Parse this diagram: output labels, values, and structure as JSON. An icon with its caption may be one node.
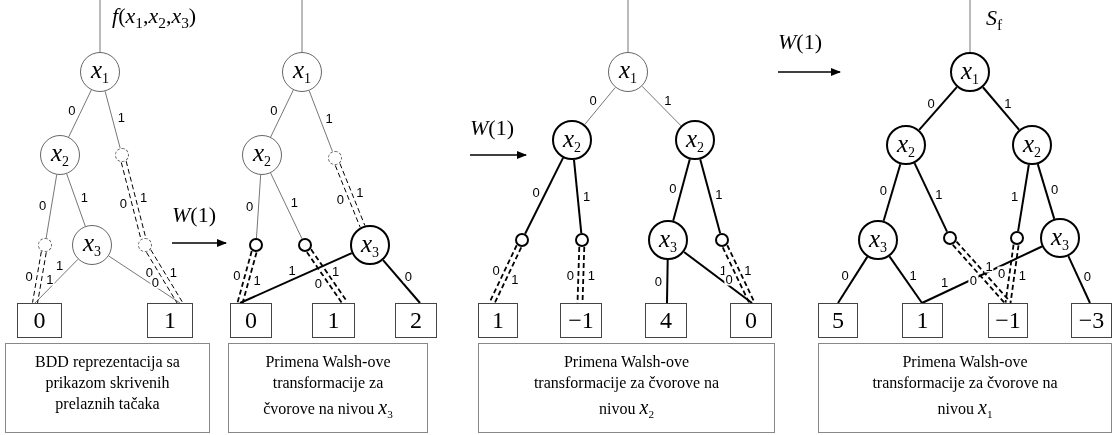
{
  "diagram": {
    "nodes": [
      {
        "text": [
          "*x*$_{1}$"
        ],
        "beside": [
          "*f*(*x*$_{1}$,*x*$_{2}$,*x*$_{3}$)"
        ]
      },
      {
        "text": [
          "*x*$_{2}$"
        ]
      },
      {
        "text": [],
        "shape": "circle"
      },
      {
        "text": [],
        "shape": "circle"
      },
      {
        "text": [
          "*x*$_{3}$"
        ]
      },
      {
        "text": [],
        "shape": "circle"
      },
      {
        "text": [
          "0"
        ]
      },
      {
        "text": [
          "1"
        ]
      },
      {
        "text": [
          "BDD reprezentacija sa prikazom skrivenih prelaznih tačaka"
        ]
      },
      {
        "text": [
          "*x*$_{1}$"
        ]
      },
      {
        "text": [
          "*x*$_{2}$"
        ]
      },
      {
        "text": [],
        "shape": "circle"
      },
      {
        "text": [],
        "shape": "circle"
      },
      {
        "text": [],
        "shape": "circle"
      },
      {
        "text": [
          "*x*$_{3}$"
        ]
      },
      {
        "text": [
          "0"
        ]
      },
      {
        "text": [
          "1"
        ]
      },
      {
        "text": [
          "2"
        ]
      },
      {
        "text": [
          "Primena Walsh-ove transformacije za čvorove na nivou *x*$_{3}$"
        ]
      },
      {
        "text": [
          "*x*$_{1}$"
        ]
      },
      {
        "text": [
          "*x*$_{2}$"
        ]
      },
      {
        "text": [
          "*x*$_{2}$"
        ]
      },
      {
        "text": [],
        "shape": "circle"
      },
      {
        "text": [],
        "shape": "circle"
      },
      {
        "text": [
          "*x*$_{3}$"
        ]
      },
      {
        "text": [],
        "shape": "circle"
      },
      {
        "text": [
          "1"
        ]
      },
      {
        "text": [
          "−1"
        ]
      },
      {
        "text": [
          "4"
        ]
      },
      {
        "text": [
          "0"
        ]
      },
      {
        "text": [
          "Primena Walsh-ove transformacije za čvorove na nivou *x*$_{2}$"
        ]
      },
      {
        "text": [
          "*x*$_{1}$"
        ],
        "beside": [
          "*S*$_{f}$"
        ]
      },
      {
        "text": [
          "*x*$_{2}$"
        ]
      },
      {
        "text": [
          "*x*$_{2}$"
        ]
      },
      {
        "text": [
          "*x*$_{3}$"
        ]
      },
      {
        "text": [],
        "shape": "circle"
      },
      {
        "text": [],
        "shape": "circle"
      },
      {
        "text": [
          "*x*$_{3}$"
        ]
      },
      {
        "text": [
          "5"
        ]
      },
      {
        "text": [
          "1"
        ]
      },
      {
        "text": [
          "−1"
        ]
      },
      {
        "text": [
          "−3"
        ]
      },
      {
        "text": [
          "Primena Walsh-ove transformacije za čvorove na nivou *x*$_{1}$"
        ]
      }
    ],
    "edges": [
      {
        "from": null,
        "to": 0,
        "arrow": "none",
        "color": "#777777"
      },
      {
        "from": 0,
        "to": 1,
        "arrow": "none",
        "label": "0",
        "color": "#777777"
      },
      {
        "from": 0,
        "to": 2,
        "arrow": "none",
        "label": "1",
        "color": "#777777"
      },
      {
        "from": 1,
        "to": 3,
        "arrow": "none",
        "label": "0",
        "color": "#777777"
      },
      {
        "from": 1,
        "to": 4,
        "arrow": "none",
        "label": "1",
        "color": "#777777"
      },
      {
        "from": 4,
        "to": 6,
        "arrow": "none",
        "label": "1",
        "color": "#777777"
      },
      {
        "from": 4,
        "to": 7,
        "arrow": "none",
        "label": "0",
        "color": "#777777"
      },
      {
        "from": 3,
        "to": 6,
        "arrow": "none",
        "label": "0",
        "style": "dashed"
      },
      {
        "from": 3,
        "to": 6,
        "arrow": "none",
        "label": "1",
        "style": "dashed"
      },
      {
        "from": 2,
        "to": 5,
        "arrow": "none",
        "label": "0",
        "style": "dashed"
      },
      {
        "from": 2,
        "to": 5,
        "arrow": "none",
        "label": "1",
        "style": "dashed"
      },
      {
        "from": 5,
        "to": 7,
        "arrow": "none",
        "label": "0",
        "style": "dashed"
      },
      {
        "from": 5,
        "to": 7,
        "arrow": "none",
        "label": "1",
        "style": "dashed"
      },
      {
        "from": null,
        "to": 9,
        "arrow": "none",
        "color": "#777777"
      },
      {
        "from": 9,
        "to": 10,
        "arrow": "none",
        "label": "0",
        "color": "#777777"
      },
      {
        "from": 9,
        "to": 11,
        "arrow": "none",
        "label": "1",
        "color": "#777777"
      },
      {
        "from": 11,
        "to": 14,
        "arrow": "none",
        "label": "0",
        "style": "dashed"
      },
      {
        "from": 11,
        "to": 14,
        "arrow": "none",
        "label": "1",
        "style": "dashed"
      },
      {
        "from": 10,
        "to": 12,
        "arrow": "none",
        "label": "0",
        "color": "#777777"
      },
      {
        "from": 10,
        "to": 13,
        "arrow": "none",
        "label": "1",
        "color": "#777777"
      },
      {
        "from": 12,
        "to": 15,
        "arrow": "none",
        "label": "0",
        "style": "dashed"
      },
      {
        "from": 12,
        "to": 15,
        "arrow": "none",
        "label": "1",
        "style": "dashed"
      },
      {
        "from": 13,
        "to": 16,
        "arrow": "none",
        "label": "0",
        "style": "dashed"
      },
      {
        "from": 13,
        "to": 16,
        "arrow": "none",
        "label": "1",
        "style": "dashed"
      },
      {
        "from": 14,
        "to": 15,
        "arrow": "none",
        "label": "1"
      },
      {
        "from": 14,
        "to": 17,
        "arrow": "none",
        "label": "0"
      },
      {
        "from": null,
        "to": 19,
        "arrow": "none",
        "color": "#777777"
      },
      {
        "from": 19,
        "to": 20,
        "arrow": "none",
        "label": "0",
        "color": "#777777"
      },
      {
        "from": 19,
        "to": 21,
        "arrow": "none",
        "label": "1",
        "color": "#777777"
      },
      {
        "from": 20,
        "to": 22,
        "arrow": "none",
        "label": "0"
      },
      {
        "from": 20,
        "to": 23,
        "arrow": "none",
        "label": "1"
      },
      {
        "from": 22,
        "to": 26,
        "arrow": "none",
        "label": "0",
        "style": "dashed"
      },
      {
        "from": 22,
        "to": 26,
        "arrow": "none",
        "label": "1",
        "style": "dashed"
      },
      {
        "from": 23,
        "to": 27,
        "arrow": "none",
        "label": "0",
        "style": "dashed"
      },
      {
        "from": 23,
        "to": 27,
        "arrow": "none",
        "label": "1",
        "style": "dashed"
      },
      {
        "from": 21,
        "to": 24,
        "arrow": "none",
        "label": "0"
      },
      {
        "from": 21,
        "to": 25,
        "arrow": "none",
        "label": "1"
      },
      {
        "from": 24,
        "to": 28,
        "arrow": "none",
        "label": "0"
      },
      {
        "from": 24,
        "to": 29,
        "arrow": "none",
        "label": "1"
      },
      {
        "from": 25,
        "to": 29,
        "arrow": "none",
        "label": "0",
        "style": "dashed"
      },
      {
        "from": 25,
        "to": 29,
        "arrow": "none",
        "label": "1",
        "style": "dashed"
      },
      {
        "from": null,
        "to": 31,
        "arrow": "none",
        "color": "#777777"
      },
      {
        "from": 31,
        "to": 32,
        "arrow": "none",
        "label": "0"
      },
      {
        "from": 31,
        "to": 33,
        "arrow": "none",
        "label": "1"
      },
      {
        "from": 32,
        "to": 34,
        "arrow": "none",
        "label": "0"
      },
      {
        "from": 32,
        "to": 35,
        "arrow": "none",
        "label": "1"
      },
      {
        "from": 33,
        "to": 36,
        "arrow": "none",
        "label": "1"
      },
      {
        "from": 33,
        "to": 37,
        "arrow": "none",
        "label": "0"
      },
      {
        "from": 34,
        "to": 38,
        "arrow": "none",
        "label": "0"
      },
      {
        "from": 34,
        "to": 39,
        "arrow": "none",
        "label": "1"
      },
      {
        "from": 37,
        "to": 39,
        "arrow": "none",
        "label": "1"
      },
      {
        "from": 37,
        "to": 41,
        "arrow": "none",
        "label": "0"
      },
      {
        "from": 35,
        "to": 40,
        "arrow": "none",
        "label": "0",
        "style": "dashed"
      },
      {
        "from": 35,
        "to": 40,
        "arrow": "none",
        "label": "1",
        "style": "dashed"
      },
      {
        "from": 36,
        "to": 40,
        "arrow": "none",
        "label": "0",
        "style": "dashed"
      },
      {
        "from": 36,
        "to": 40,
        "arrow": "none",
        "label": "1",
        "style": "dashed"
      }
    ],
    "labels": [
      "*W*(1)",
      "*W*(1)",
      "*W*(1)"
    ]
  }
}
